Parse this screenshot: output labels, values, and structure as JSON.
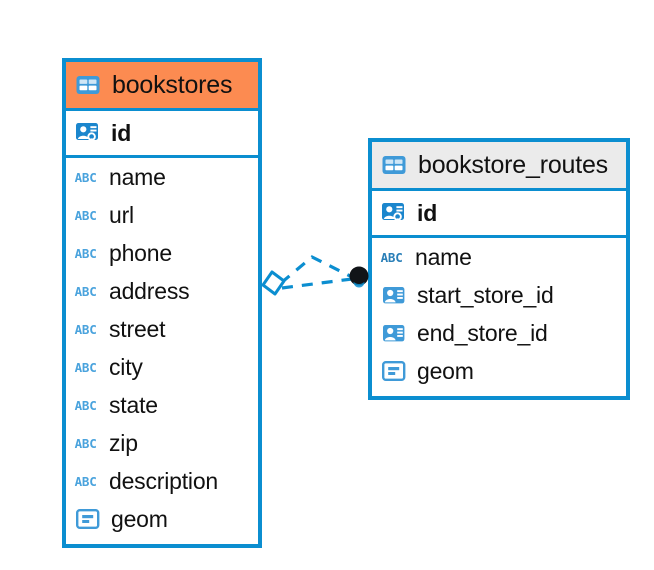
{
  "canvas": {
    "background_color": "#ffffff",
    "accent_color": "#0b8ed0",
    "selected_header_color": "#fc8b51",
    "header_color": "#ebebeb",
    "icon_blue": "#4aa3dd"
  },
  "entities": [
    {
      "name": "bookstores",
      "selected": true,
      "header_icon": "table-icon",
      "key_fields": [
        {
          "label": "id",
          "icon": "primary-key-icon",
          "type": "primary-key"
        }
      ],
      "fields": [
        {
          "label": "name",
          "icon": "text-type-icon",
          "type": "text"
        },
        {
          "label": "url",
          "icon": "text-type-icon",
          "type": "text"
        },
        {
          "label": "phone",
          "icon": "text-type-icon",
          "type": "text"
        },
        {
          "label": "address",
          "icon": "text-type-icon",
          "type": "text"
        },
        {
          "label": "street",
          "icon": "text-type-icon",
          "type": "text"
        },
        {
          "label": "city",
          "icon": "text-type-icon",
          "type": "text"
        },
        {
          "label": "state",
          "icon": "text-type-icon",
          "type": "text"
        },
        {
          "label": "zip",
          "icon": "text-type-icon",
          "type": "text"
        },
        {
          "label": "description",
          "icon": "text-type-icon",
          "type": "text"
        },
        {
          "label": "geom",
          "icon": "geometry-type-icon",
          "type": "geometry"
        }
      ]
    },
    {
      "name": "bookstore_routes",
      "selected": false,
      "header_icon": "table-icon",
      "key_fields": [
        {
          "label": "id",
          "icon": "primary-key-icon",
          "type": "primary-key"
        }
      ],
      "fields": [
        {
          "label": "name",
          "icon": "text-type-icon",
          "type": "text"
        },
        {
          "label": "start_store_id",
          "icon": "foreign-key-icon",
          "type": "foreign-key"
        },
        {
          "label": "end_store_id",
          "icon": "foreign-key-icon",
          "type": "foreign-key"
        },
        {
          "label": "geom",
          "icon": "geometry-type-icon",
          "type": "geometry"
        }
      ]
    }
  ],
  "relationships": [
    {
      "name": "start-store-relationship",
      "from_endpoint": "diamond",
      "to_endpoint": "filled-circle",
      "style": "dashed",
      "color": "#0b8ed0"
    },
    {
      "name": "end-store-relationship",
      "from_endpoint": "diamond",
      "to_endpoint": "filled-circle",
      "style": "dashed",
      "color": "#0b8ed0"
    }
  ]
}
